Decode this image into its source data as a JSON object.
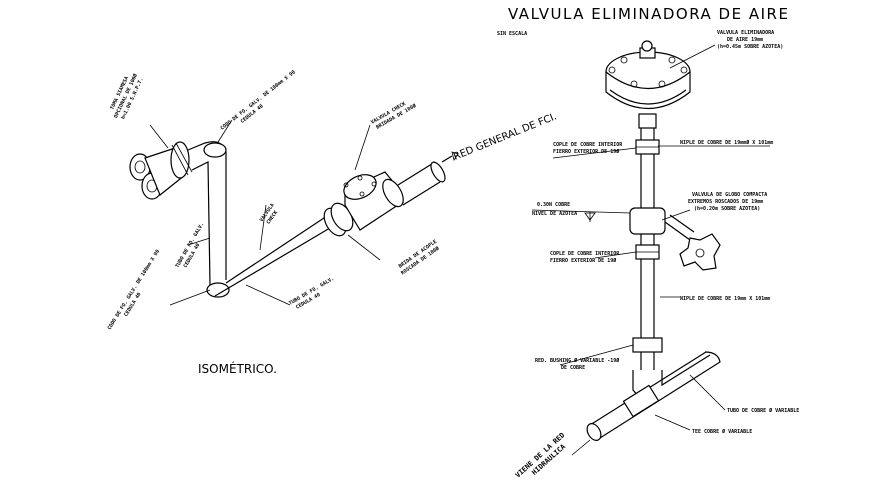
{
  "right": {
    "title": "VALVULA ELIMINADORA DE AIRE",
    "scale": "SIN ESCALA",
    "labels": {
      "valve_name_1": "VALVULA ELIMINADORA",
      "valve_name_2": "DE AIRE 19mm",
      "valve_name_3": "(h=0.45m SOBRE AZOTEA)",
      "coupling_top_1": "COPLE DE COBRE INTERIOR",
      "coupling_top_2": "FIERRO EXTERIOR DE 19Ø",
      "nipple_top": "NIPLE DE COBRE DE 19mmØ X 101mm",
      "azotea_1": "0.30N  COBRE",
      "azotea_2": "NIVEL DE AZOTEA",
      "globe_1": "VALVULA DE GLOBO COMPACTA",
      "globe_2": "EXTREMOS ROSCADOS DE 19mm",
      "globe_3": "(h=0.20m SOBRE AZOTEA)",
      "coupling_bot_1": "COPLE DE COBRE INTERIOR",
      "coupling_bot_2": "FIERRO EXTERIOR DE 19Ø",
      "nipple_bot": "NIPLE DE COBRE DE 19mm X 101mm",
      "bushing_1": "RED. BUSHING Ø VARIABLE -19Ø",
      "bushing_2": "DE COBRE",
      "tube": "TUBO DE COBRE Ø VARIABLE",
      "tee": "TEE COBRE Ø VARIABLE",
      "comes_1": "VIENE DE LA RED",
      "comes_2": "HIDRAULICA"
    }
  },
  "left": {
    "caption": "ISOMÉTRICO.",
    "red_general": "RED GENERAL DE FCI.",
    "labels": {
      "siamese_1": "TOMA SIAMESA",
      "siamese_2": "OPCIONAL DE 100Ø",
      "siamese_3": "h=1.00 S.N.P.T.",
      "codo_top_1": "CODO DE FO. GALV. DE 100mm X 90",
      "codo_top_2": "CEDULA 40",
      "check_1": "VALVULA CHECK",
      "check_2": "BRIDADA DE 100Ø",
      "valve_box_1": "VALVULA",
      "valve_box_2": "CHECK",
      "tube_left_1": "TUBO DE FO. GALV.",
      "tube_left_2": "CEDULA 40",
      "codo_bot_1": "CODO DE FO. GALV. DE 100mm X 90",
      "codo_bot_2": "CEDULA 40",
      "tube_bot_1": "TUBO DE FO. GALV.",
      "tube_bot_2": "CEDULA 40",
      "brida_1": "BRIDA DE ACOPLE",
      "brida_2": "ROSCADA DE 100Ø"
    }
  }
}
